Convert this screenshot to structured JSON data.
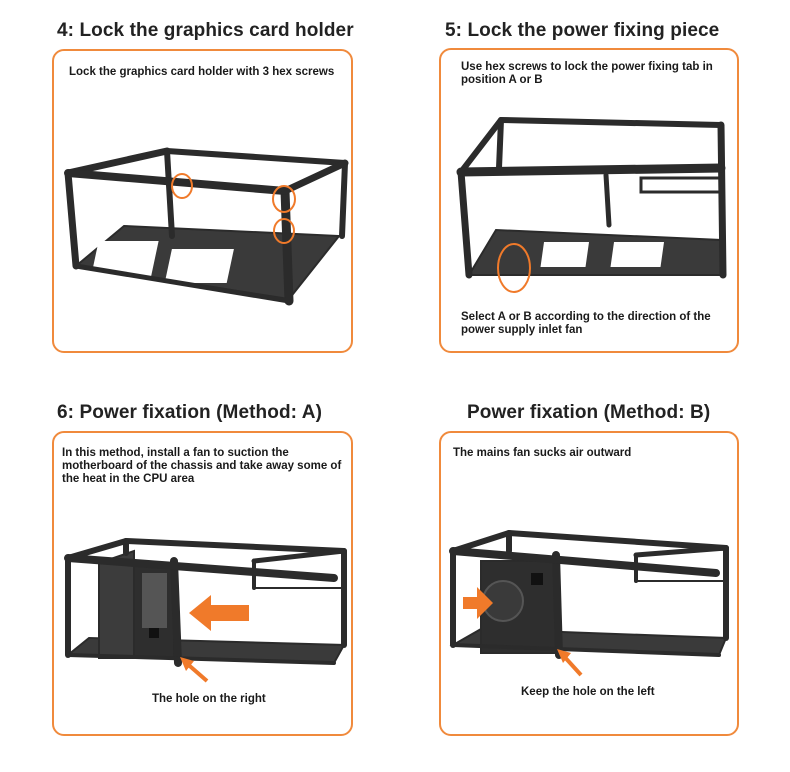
{
  "steps": [
    {
      "title": "4: Lock the graphics card holder",
      "top_text": "Lock the graphics card holder with 3 hex screws",
      "bottom_text": ""
    },
    {
      "title": "5: Lock the power fixing piece",
      "top_text": "Use hex screws to lock the power fixing tab in position A or B",
      "bottom_text": "Select A or B according to the direction of the power supply inlet fan"
    },
    {
      "title": "6: Power fixation (Method: A)",
      "top_text": "In this method, install a fan to suction the motherboard of the chassis and take away some of the heat in the CPU area",
      "bottom_text": "The hole on the right"
    },
    {
      "title": "Power fixation (Method: B)",
      "top_text": "The mains fan sucks air outward",
      "bottom_text": "Keep the hole on the left"
    }
  ],
  "colors": {
    "accent": "#f08a3c",
    "arrow": "#f07a2a",
    "frame": "#2b2b2b"
  }
}
